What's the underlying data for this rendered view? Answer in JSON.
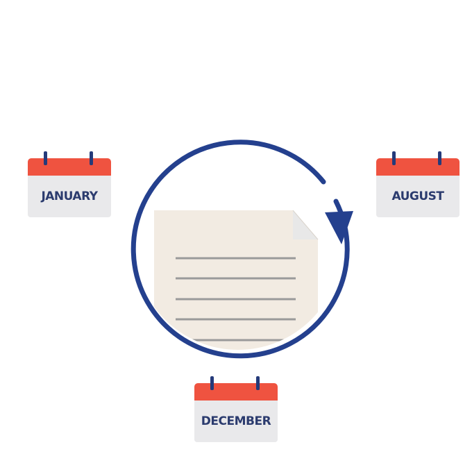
{
  "colors": {
    "calendar_header": "#ef5340",
    "calendar_ring": "#253a7a",
    "calendar_body": "#e9e9eb",
    "label_text": "#2b3b6e",
    "cycle_arrow": "#24408e",
    "document_paper": "#f2ebe2",
    "document_lines": "#9a9a9a",
    "document_fold": "#e8e8e8"
  },
  "calendars": [
    {
      "id": "january",
      "label": "JANUARY",
      "icon": "calendar-icon"
    },
    {
      "id": "august",
      "label": "AUGUST",
      "icon": "calendar-icon"
    },
    {
      "id": "december",
      "label": "DECEMBER",
      "icon": "calendar-icon"
    }
  ],
  "center": {
    "icons": [
      "cycle-arrow-icon",
      "document-icon"
    ]
  }
}
